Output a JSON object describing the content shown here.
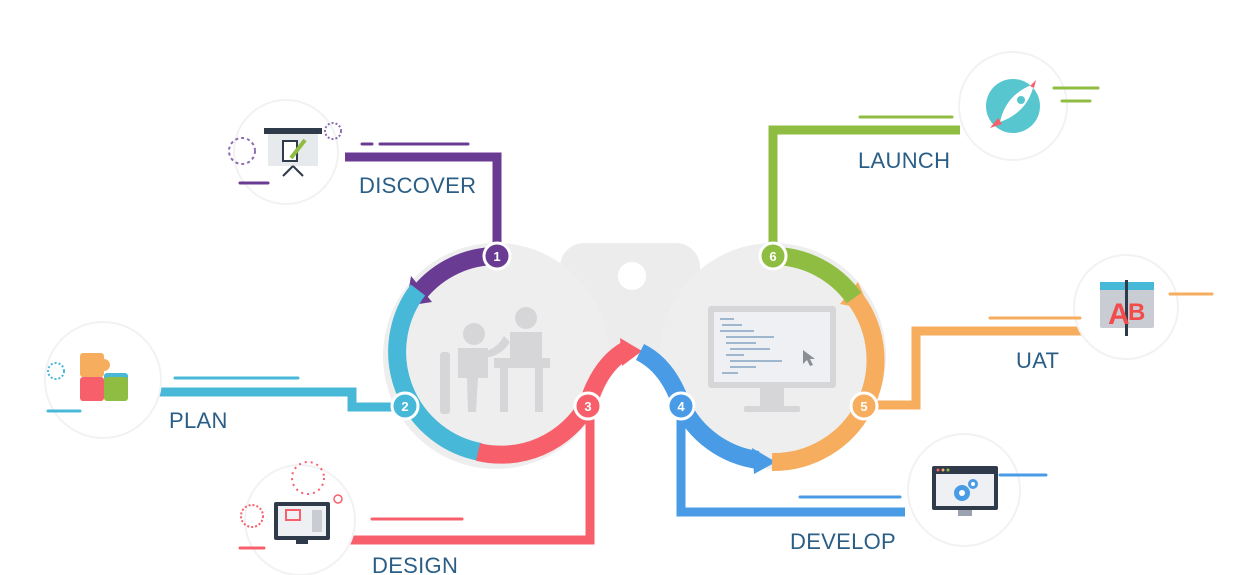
{
  "stages": [
    {
      "id": "discover",
      "number": "1",
      "label": "DISCOVER",
      "color": "#6a3b93",
      "icon": "presentation-board-icon"
    },
    {
      "id": "plan",
      "number": "2",
      "label": "PLAN",
      "color": "#48b8d9",
      "icon": "puzzle-icon"
    },
    {
      "id": "design",
      "number": "3",
      "label": "DESIGN",
      "color": "#f7606b",
      "icon": "design-monitor-icon"
    },
    {
      "id": "develop",
      "number": "4",
      "label": "DEVELOP",
      "color": "#4a9be6",
      "icon": "browser-gears-icon"
    },
    {
      "id": "uat",
      "number": "5",
      "label": "UAT",
      "color": "#f6ad5e",
      "icon": "ab-test-icon"
    },
    {
      "id": "launch",
      "number": "6",
      "label": "LAUNCH",
      "color": "#8fbd42",
      "icon": "rocket-icon"
    }
  ],
  "colors": {
    "label_text": "#2a5e86",
    "hub": "#f1f1f1",
    "hub_icon": "#d5d5d7"
  }
}
